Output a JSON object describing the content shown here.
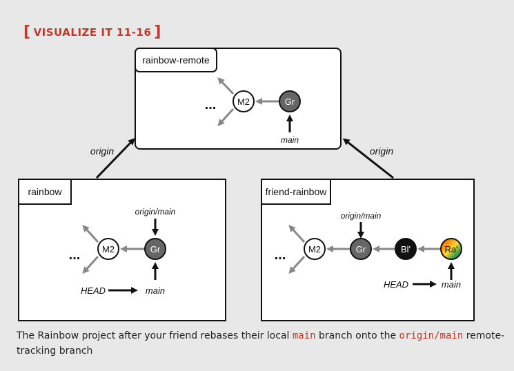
{
  "title": {
    "open_bracket": "[",
    "label": "VISUALIZE IT 11-16",
    "close_bracket": "]"
  },
  "remote": {
    "name": "rainbow-remote",
    "dots": "...",
    "commits": [
      "M2",
      "Gr"
    ],
    "branch": "main"
  },
  "local": {
    "name": "rainbow",
    "dots": "...",
    "commits": [
      "M2",
      "Gr"
    ],
    "tracking_branch": "origin/main",
    "branch": "main",
    "head": "HEAD"
  },
  "friend": {
    "name": "friend-rainbow",
    "dots": "...",
    "commits": [
      "M2",
      "Gr",
      "Bl'",
      "Ra'"
    ],
    "tracking_branch": "origin/main",
    "branch": "main",
    "head": "HEAD"
  },
  "links": {
    "left": "origin",
    "right": "origin"
  },
  "caption": {
    "text1": "The Rainbow project after your friend rebases their local ",
    "code1": "main",
    "text2": " branch onto the ",
    "code2": "origin/main",
    "text3": " remote-tracking branch"
  },
  "colors": {
    "accent": "#c0392b",
    "panel": "#e8e8e8",
    "gray_commit": "#666666",
    "black_commit": "#111111",
    "arrow_gray": "#888888"
  }
}
